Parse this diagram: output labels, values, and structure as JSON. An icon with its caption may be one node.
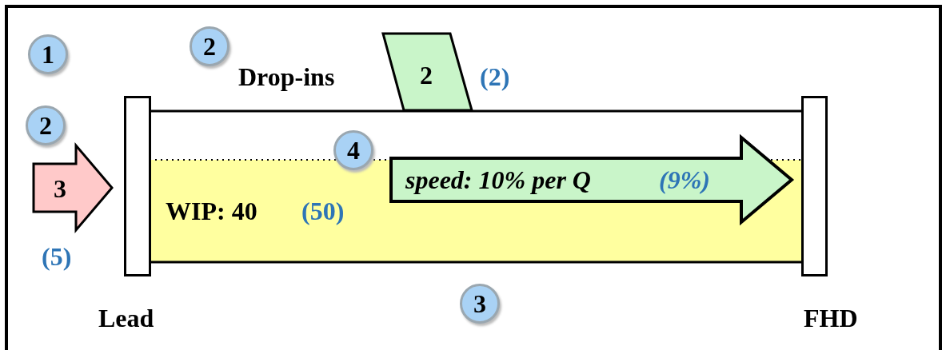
{
  "diagram": {
    "nodes": [
      {
        "text": [
          "WIP: 40",
          "(50)"
        ]
      },
      {
        "text": [
          "speed: 10% per Q",
          "(9%)"
        ]
      },
      {
        "text": [
          "2"
        ],
        "beside": [
          "(2)"
        ]
      },
      {
        "text": [
          "3"
        ],
        "beside": [
          "(5)"
        ]
      }
    ],
    "edges": [],
    "labels": [
      "1",
      "2",
      "Drop-ins",
      "2",
      "4",
      "3",
      "Lead",
      "FHD"
    ]
  }
}
